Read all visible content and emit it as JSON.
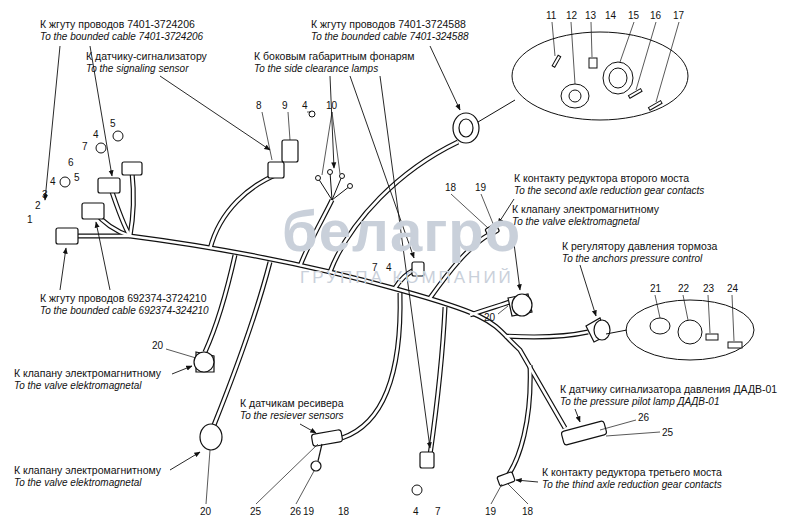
{
  "diagram": {
    "labels": [
      "К жгуту проводов 7401-3724206",
      "To the bounded cable 7401-3724206",
      "К жгуту проводов 7401-3724588",
      "To the bounded cable 7401-324588",
      "К датчику-сигнализатору",
      "To the signaling sensor",
      "К боковым габаритным фонарям",
      "To the side clearance lamps",
      "11",
      "12",
      "13",
      "14",
      "15",
      "16",
      "17",
      "5",
      "4",
      "7",
      "6",
      "5",
      "4",
      "3",
      "2",
      "1",
      "8",
      "9",
      "4",
      "10",
      "К контакту редуктора второго моста",
      "To the second axle reduction gear contacts",
      "18",
      "19",
      "К клапану электромагнитному",
      "To the valve elektromagnetal",
      "К регулятору давления тормоза",
      "To the anchors pressure control",
      "7",
      "4",
      "20",
      "К жгуту проводов 692374-3724210",
      "To the bounded cable 692374-324210",
      "21",
      "22",
      "23",
      "24",
      "20",
      "К клапану электромагнитному",
      "To the valve elektromagnetal",
      "К датчикам ресивера",
      "To the resiever sensors",
      "К датчику сигнализатора давления ДАДВ-01",
      "To the pressure pilot lamp ДАДВ-01",
      "26",
      "25",
      "К клапану электромагнитному",
      "To the valve elektromagnetal",
      "К контакту редуктора третьего моста",
      "To the thind axle reduction gear contacts",
      "20",
      "25",
      "26",
      "19",
      "18",
      "4",
      "7",
      "19",
      "18",
      "белагро",
      "ГРУППА КОМПАНИЙ"
    ]
  }
}
